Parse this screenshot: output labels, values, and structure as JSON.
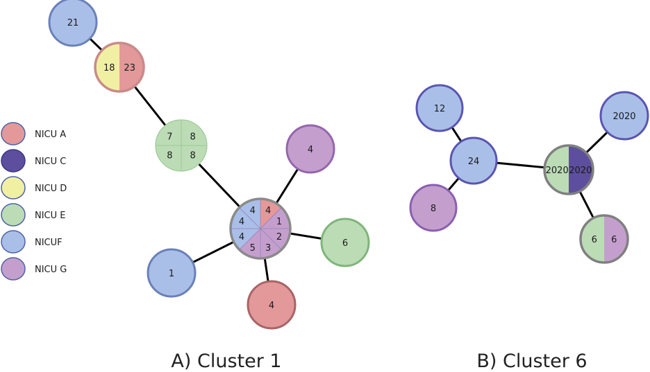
{
  "colors": {
    "NICU A": "#e3989a",
    "NICU C": "#5e4f9e",
    "NICU D": "#f0f0a3",
    "NICU E": "#bcdcb6",
    "NICUF": "#a9bfe8",
    "NICU G": "#c49fcd",
    "edge": "#000000"
  },
  "legend": [
    {
      "label": "NICU A",
      "group": "NICU A",
      "border": "#4d62a3"
    },
    {
      "label": "NICU C",
      "group": "NICU C",
      "border": "#3a3580"
    },
    {
      "label": "NICU D",
      "group": "NICU D",
      "border": "#4d62a3"
    },
    {
      "label": "NICU E",
      "group": "NICU E",
      "border": "#4d62a3"
    },
    {
      "label": "NICUF",
      "group": "NICUF",
      "border": "#4d62a3"
    },
    {
      "label": "NICU G",
      "group": "NICU G",
      "border": "#4d62a3"
    }
  ],
  "panels": [
    {
      "id": "A",
      "title": "A) Cluster 1",
      "nodes": [
        {
          "id": "a21",
          "type": "single",
          "group": "NICUF",
          "label": "21",
          "border": "#6a80b8"
        },
        {
          "id": "a1823",
          "type": "halves",
          "segments": [
            {
              "group": "NICU D",
              "label": "18"
            },
            {
              "group": "NICU A",
              "label": "23"
            }
          ],
          "border": "#c98a8a"
        },
        {
          "id": "a7888",
          "type": "quarters",
          "segments": [
            {
              "group": "NICU E",
              "label": "7"
            },
            {
              "group": "NICU E",
              "label": "8"
            },
            {
              "group": "NICU E",
              "label": "8"
            },
            {
              "group": "NICU E",
              "label": "8"
            }
          ],
          "border": "#9cc996"
        },
        {
          "id": "ahub",
          "type": "eighths",
          "segments": [
            {
              "group": "NICU A",
              "label": "4"
            },
            {
              "group": "NICU G",
              "label": "1"
            },
            {
              "group": "NICU G",
              "label": "2"
            },
            {
              "group": "NICU G",
              "label": "3"
            },
            {
              "group": "NICU G",
              "label": "5"
            },
            {
              "group": "NICUF",
              "label": "4"
            },
            {
              "group": "NICUF",
              "label": "4"
            },
            {
              "group": "NICUF",
              "label": "4"
            }
          ],
          "border": "#8a8a8a"
        },
        {
          "id": "a4g",
          "type": "single",
          "group": "NICU G",
          "label": "4",
          "border": "#9466ad"
        },
        {
          "id": "a6e",
          "type": "single",
          "group": "NICU E",
          "label": "6",
          "border": "#7fb57a"
        },
        {
          "id": "a4a",
          "type": "single",
          "group": "NICU A",
          "label": "4",
          "border": "#a86466"
        },
        {
          "id": "a1f",
          "type": "single",
          "group": "NICUF",
          "label": "1",
          "border": "#6a80b8"
        }
      ],
      "edges": [
        [
          "a21",
          "a1823"
        ],
        [
          "a1823",
          "a7888"
        ],
        [
          "a7888",
          "ahub"
        ],
        [
          "ahub",
          "a4g"
        ],
        [
          "ahub",
          "a6e"
        ],
        [
          "ahub",
          "a4a"
        ],
        [
          "ahub",
          "a1f"
        ]
      ]
    },
    {
      "id": "B",
      "title": "B) Cluster 6",
      "nodes": [
        {
          "id": "b12",
          "type": "single",
          "group": "NICUF",
          "label": "12",
          "border": "#5a55b0"
        },
        {
          "id": "b24",
          "type": "single",
          "group": "NICUF",
          "label": "24",
          "border": "#5a55b0"
        },
        {
          "id": "b8",
          "type": "single",
          "group": "NICU G",
          "label": "8",
          "border": "#8a5fb0"
        },
        {
          "id": "b2020",
          "type": "halves",
          "segments": [
            {
              "group": "NICU E",
              "label": "2020"
            },
            {
              "group": "NICU C",
              "label": "2020"
            }
          ],
          "border": "#808080"
        },
        {
          "id": "b2020f",
          "type": "single",
          "group": "NICUF",
          "label": "2020",
          "border": "#5a55b0"
        },
        {
          "id": "b66",
          "type": "halves",
          "segments": [
            {
              "group": "NICU E",
              "label": "6"
            },
            {
              "group": "NICU G",
              "label": "6"
            }
          ],
          "border": "#808080"
        }
      ],
      "edges": [
        [
          "b12",
          "b24"
        ],
        [
          "b24",
          "b8"
        ],
        [
          "b24",
          "b2020"
        ],
        [
          "b2020",
          "b2020f"
        ],
        [
          "b2020",
          "b66"
        ]
      ]
    }
  ]
}
